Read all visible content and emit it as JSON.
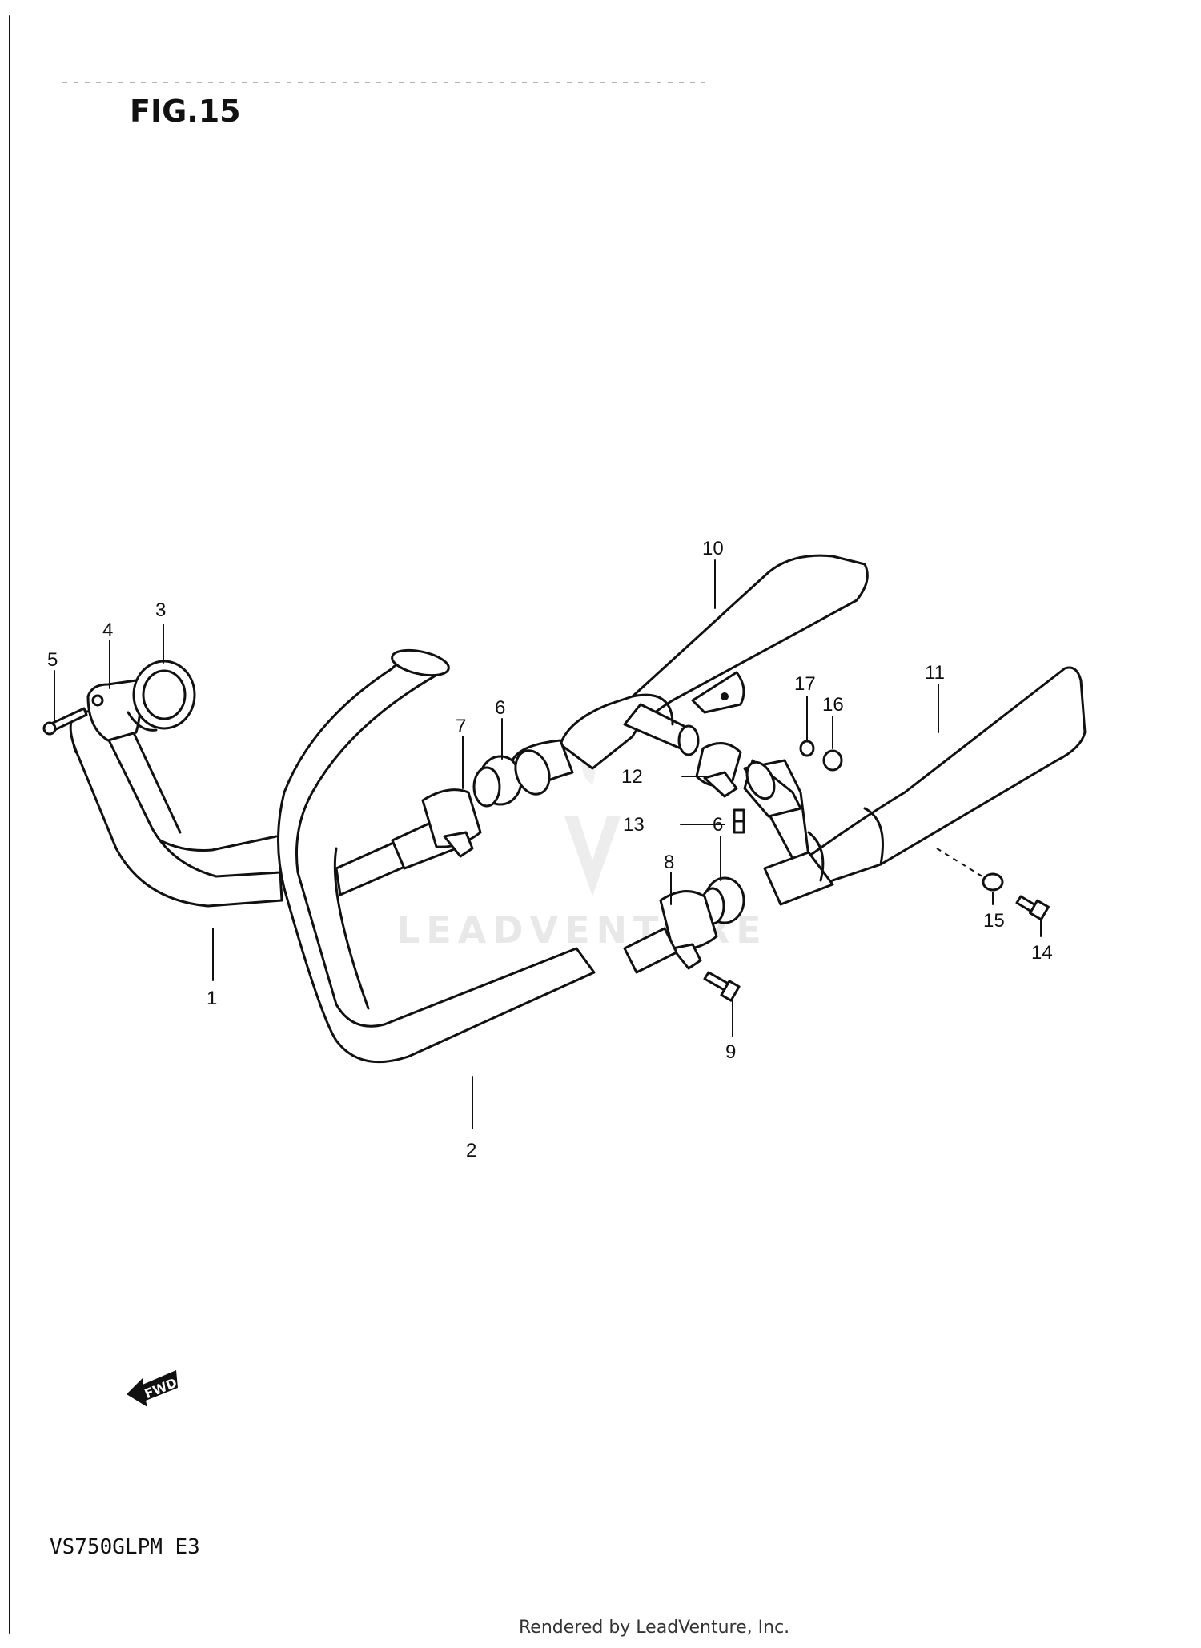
{
  "figure": {
    "title": "FIG.15",
    "model": "VS750GLPM  E3"
  },
  "watermark": {
    "text": "LEADVENTURE"
  },
  "fwd_arrow": {
    "label": "FWD",
    "icon": "forward-arrow-icon"
  },
  "callouts": [
    "1",
    "2",
    "3",
    "4",
    "5",
    "6",
    "6",
    "7",
    "8",
    "9",
    "10",
    "11",
    "12",
    "13",
    "14",
    "15",
    "16",
    "17"
  ],
  "footer": {
    "text": "Rendered by LeadVenture, Inc."
  }
}
